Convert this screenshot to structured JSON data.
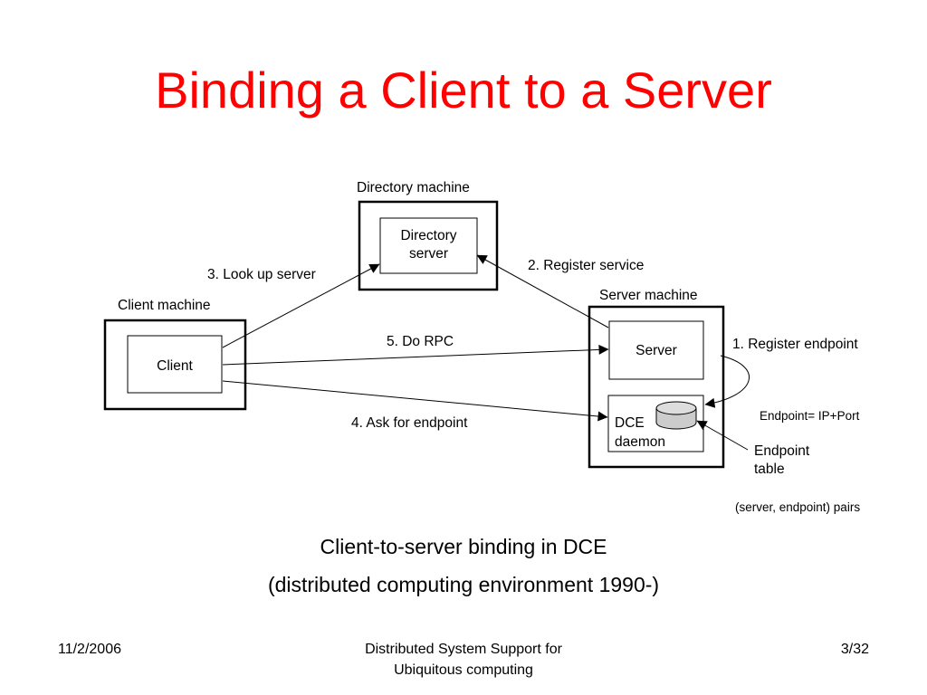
{
  "slide": {
    "title": "Binding a Client to a Server"
  },
  "diagram": {
    "directory_machine_label": "Directory machine",
    "directory_server_line1": "Directory",
    "directory_server_line2": "server",
    "client_machine_label": "Client machine",
    "client_label": "Client",
    "server_machine_label": "Server machine",
    "server_label": "Server",
    "dce_line1": "DCE",
    "dce_line2": "daemon",
    "steps": {
      "register_endpoint": "1. Register endpoint",
      "register_service": "2. Register service",
      "look_up_server": "3. Look up server",
      "ask_for_endpoint": "4. Ask for endpoint",
      "do_rpc": "5. Do RPC"
    },
    "endpoint_note": "Endpoint= IP+Port",
    "endpoint_table_line1": "Endpoint",
    "endpoint_table_line2": "table",
    "pairs_note": "(server, endpoint) pairs"
  },
  "caption": {
    "line1": "Client-to-server binding in DCE",
    "line2": "(distributed computing environment 1990-)"
  },
  "footer": {
    "date": "11/2/2006",
    "course_line1": "Distributed System Support for",
    "course_line2": "Ubiquitous computing",
    "page": "3/32"
  }
}
